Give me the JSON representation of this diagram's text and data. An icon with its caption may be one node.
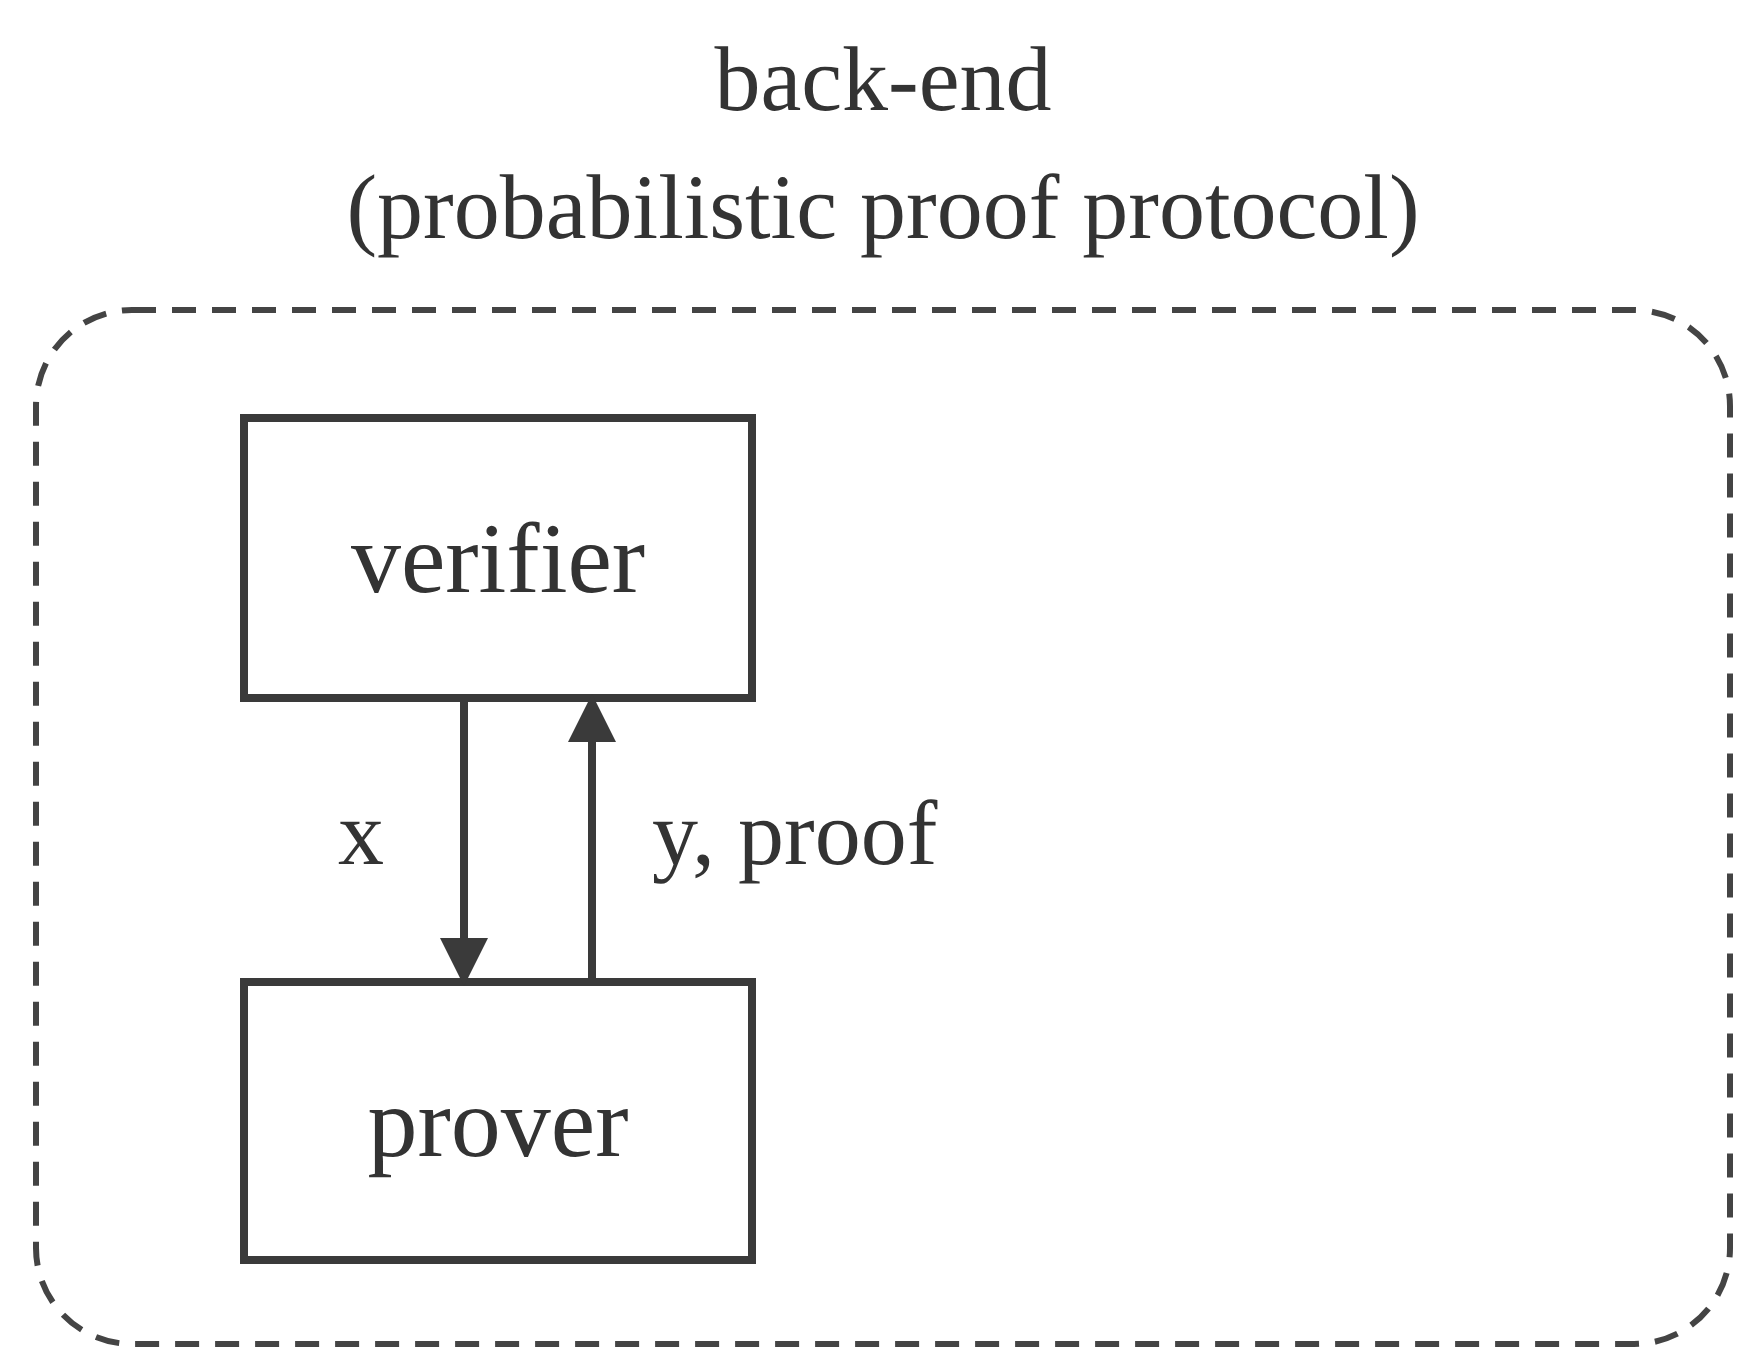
{
  "diagram": {
    "nodes": [
      {
        "text": [
          "back-end",
          "(probabilistic proof protocol)"
        ]
      },
      {
        "text": [
          "verifier"
        ],
        "in": 0
      },
      {
        "text": [
          "prover"
        ],
        "in": 0
      }
    ],
    "edges": [
      {
        "from": 1,
        "to": 2,
        "arrow": "to",
        "label": "x"
      },
      {
        "from": 2,
        "to": 1,
        "arrow": "to",
        "label": "y, proof"
      }
    ]
  }
}
